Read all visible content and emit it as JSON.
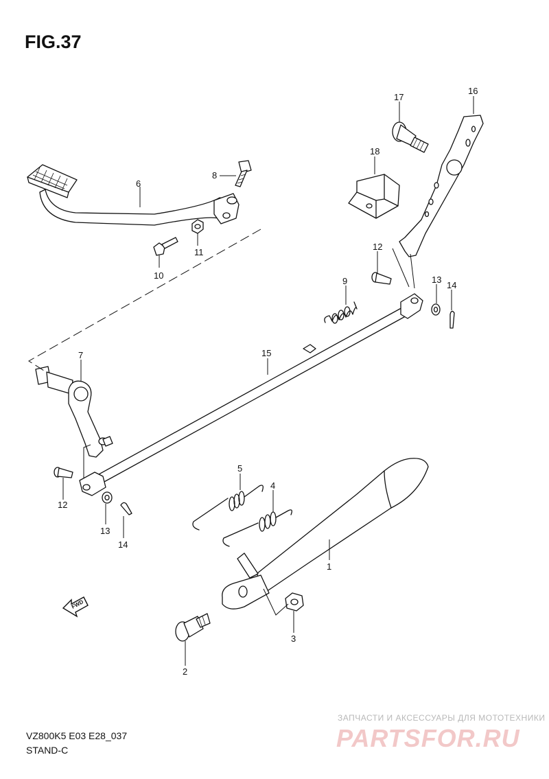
{
  "figure": {
    "title": "FIG.37",
    "model_code": "VZ800K5 E03 E28_037",
    "section": "STAND-C"
  },
  "callouts": [
    "1",
    "2",
    "3",
    "4",
    "5",
    "6",
    "7",
    "8",
    "9",
    "10",
    "11",
    "12",
    "13",
    "14",
    "15",
    "16",
    "17",
    "18",
    "12",
    "13",
    "14"
  ],
  "fwd_label": "FWD",
  "watermark": {
    "tagline": "ЗАПЧАСТИ И АКСЕССУАРЫ ДЛЯ МОТОТЕХНИКИ",
    "brand": "PARTSFOR.RU"
  }
}
